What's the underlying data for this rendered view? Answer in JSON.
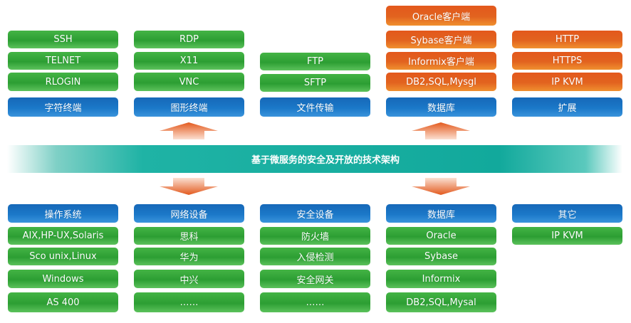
{
  "title": "基于微服务的安全及开放的技术架构",
  "colors": {
    "green": "#2c9e33",
    "orange": "#e2631f",
    "blue": "#1b78c8",
    "band": "#12a99c",
    "arrow": "#e35a1e"
  },
  "top_columns": [
    {
      "category": "字符终端",
      "items": [
        "SSH",
        "TELNET",
        "RLOGIN"
      ],
      "color": "green"
    },
    {
      "category": "图形终端",
      "items": [
        "RDP",
        "X11",
        "VNC"
      ],
      "color": "green"
    },
    {
      "category": "文件传输",
      "items": [
        "FTP",
        "SFTP"
      ],
      "color": "green"
    },
    {
      "category": "数据库",
      "items": [
        "Oracle客户端",
        "Sybase客户端",
        "Informix客户端",
        "DB2,SQL,Mysgl"
      ],
      "color": "orange"
    },
    {
      "category": "扩展",
      "items": [
        "HTTP",
        "HTTPS",
        "IP KVM"
      ],
      "color": "orange"
    }
  ],
  "bottom_columns": [
    {
      "category": "操作系统",
      "items": [
        "AIX,HP-UX,Solaris",
        "Sco unix,Linux",
        "Windows",
        "AS 400"
      ]
    },
    {
      "category": "网络设备",
      "items": [
        "思科",
        "华为",
        "中兴",
        "……"
      ]
    },
    {
      "category": "安全设备",
      "items": [
        "防火墙",
        "入侵检测",
        "安全网关",
        "……"
      ]
    },
    {
      "category": "数据库",
      "items": [
        "Oracle",
        "Sybase",
        "Informix",
        "DB2,SQL,Mysal"
      ]
    },
    {
      "category": "其它",
      "items": [
        "IP KVM"
      ]
    }
  ]
}
